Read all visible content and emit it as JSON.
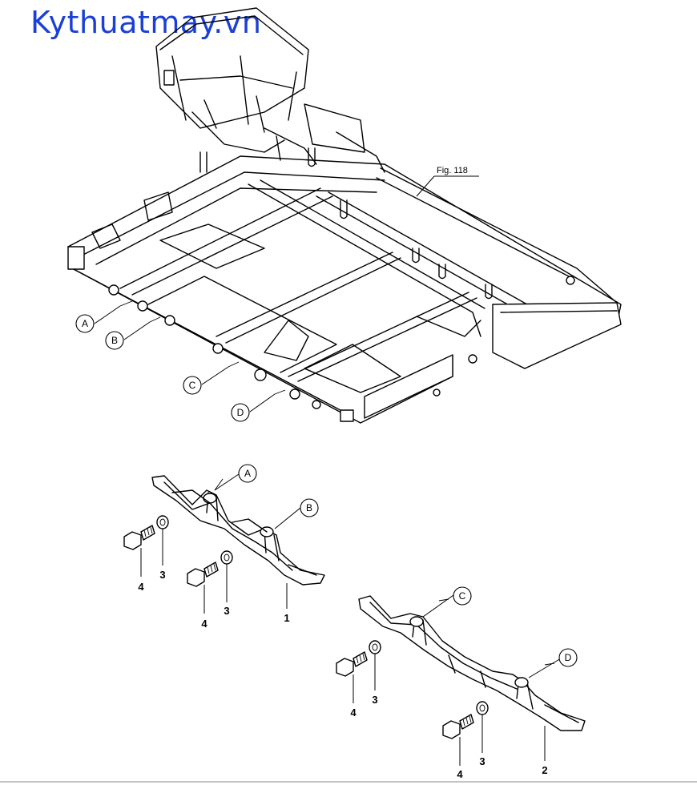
{
  "watermark": "Kythuatmay.vn",
  "figure_ref": "Fig. 118",
  "bubbles": {
    "a": "A",
    "b": "B",
    "c": "C",
    "d": "D"
  },
  "part_numbers": {
    "left_bolt_1": "4",
    "left_washer_1": "3",
    "left_bolt_2": "4",
    "left_washer_2": "3",
    "left_bracket": "1",
    "right_bolt_1": "4",
    "right_washer_1": "3",
    "right_bolt_2": "4",
    "right_washer_2": "3",
    "right_bracket": "2"
  }
}
